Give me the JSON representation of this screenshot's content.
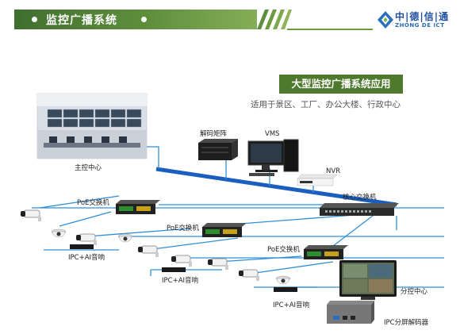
{
  "header": {
    "title": "监控广播系统"
  },
  "logo": {
    "cn": "中|德|信|通",
    "en": "ZHONG DE ICT"
  },
  "badge": {
    "title": "大型监控广播系统应用"
  },
  "subtitle": "适用于景区、工厂、办公大楼、行政中心",
  "labels": {
    "control_center": "主控中心",
    "decoder_matrix": "解码矩阵",
    "vms": "VMS",
    "nvr": "NVR",
    "core_switch": "核心交换机",
    "poe_switch_1": "PoE交换机",
    "poe_switch_2": "PoE交换机",
    "poe_switch_3": "PoE交换机",
    "ipc_ai_1": "IPC+AI音响",
    "ipc_ai_2": "IPC+AI音响",
    "ipc_ai_3": "IPC+AI音响",
    "sub_control": "分控中心",
    "ipc_decoder": "IPC分屏解码器"
  },
  "colors": {
    "accent_green": "#4f7a2e",
    "backbone_blue": "#1a5fc0",
    "link_blue": "#2f8fd8"
  }
}
